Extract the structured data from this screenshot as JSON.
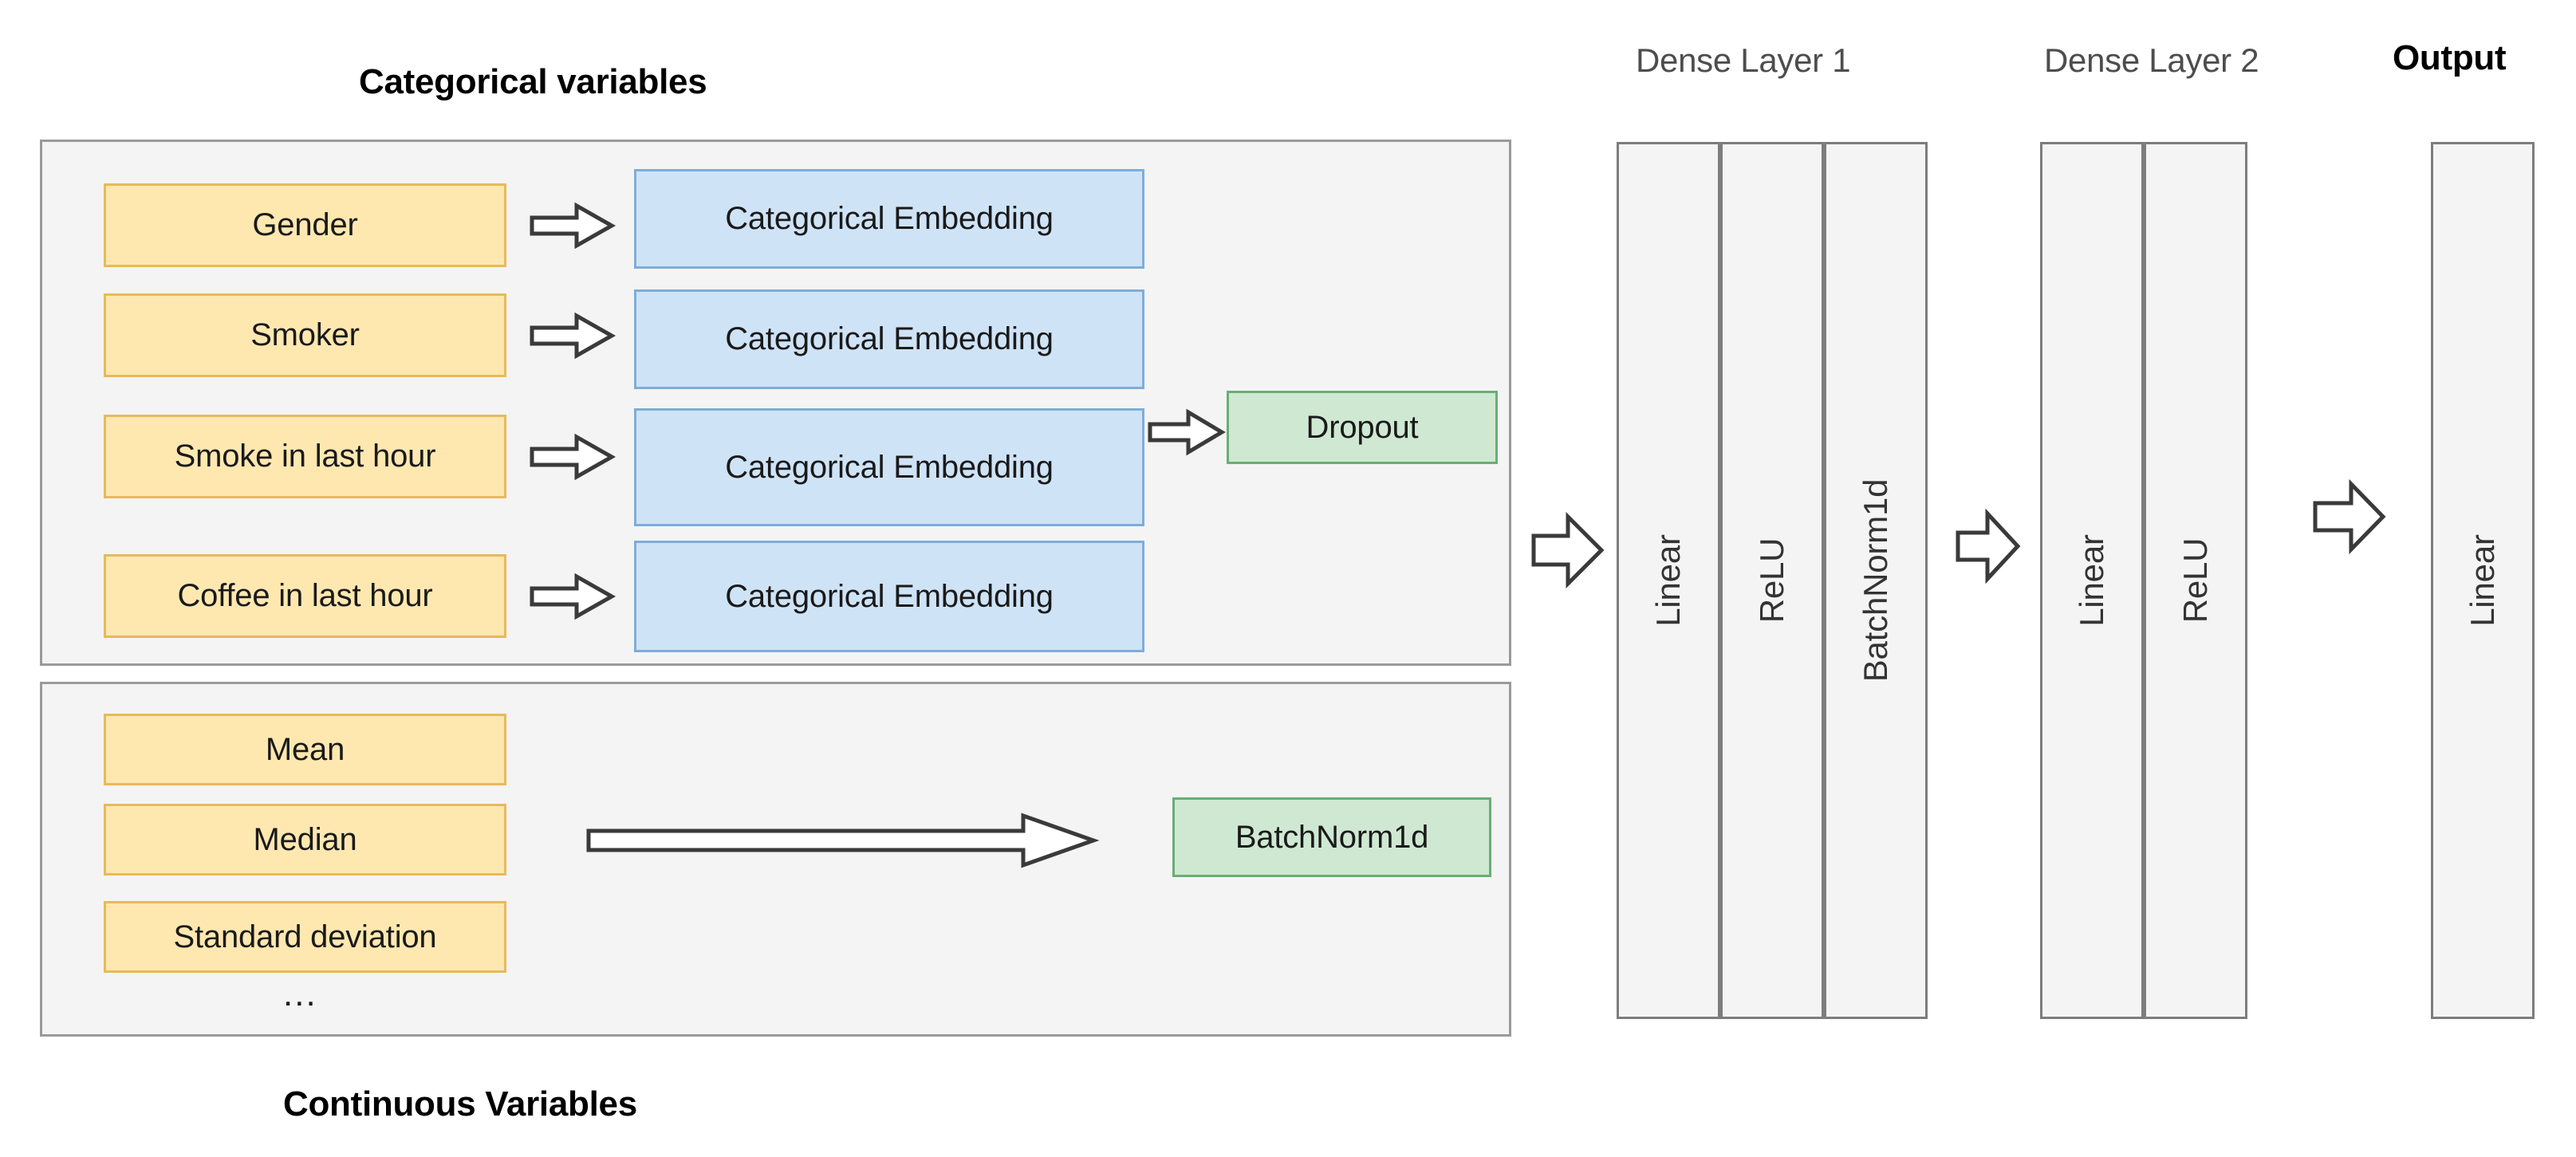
{
  "diagram": {
    "title_categorical": "Categorical variables",
    "title_continuous": "Continuous Variables",
    "ellipsis": "..."
  },
  "layer_headers": {
    "dense1": "Dense Layer 1",
    "dense2": "Dense Layer 2",
    "output": "Output"
  },
  "categorical_section": {
    "variables": [
      {
        "label": "Gender"
      },
      {
        "label": "Smoker"
      },
      {
        "label": "Smoke in last hour"
      },
      {
        "label": "Coffee in last hour"
      }
    ],
    "embeddings": [
      {
        "label": "Categorical Embedding"
      },
      {
        "label": "Categorical Embedding"
      },
      {
        "label": "Categorical Embedding"
      },
      {
        "label": "Categorical Embedding"
      }
    ],
    "dropout": {
      "label": "Dropout"
    }
  },
  "continuous_section": {
    "variables": [
      {
        "label": "Mean"
      },
      {
        "label": "Median"
      },
      {
        "label": "Standard deviation"
      }
    ],
    "batchnorm": {
      "label": "BatchNorm1d"
    }
  },
  "dense_layer_1": {
    "columns": [
      {
        "label": "Linear"
      },
      {
        "label": "ReLU"
      },
      {
        "label": "BatchNorm1d"
      }
    ]
  },
  "dense_layer_2": {
    "columns": [
      {
        "label": "Linear"
      },
      {
        "label": "ReLU"
      }
    ]
  },
  "output_layer": {
    "columns": [
      {
        "label": "Linear"
      }
    ]
  },
  "colors": {
    "variable_fill": "#ffe8b0",
    "variable_border": "#e8b95a",
    "embedding_fill": "#cfe3f7",
    "embedding_border": "#7eadd9",
    "green_fill": "#cfe8d2",
    "green_border": "#6aae73",
    "group_fill": "#f4f4f4",
    "group_border": "#9a9a9a",
    "layer_fill": "#f4f4f4",
    "layer_border": "#7d7d7d",
    "arrow_stroke": "#3a3a3a",
    "background": "#ffffff",
    "header_gray": "#4d4d4d"
  }
}
